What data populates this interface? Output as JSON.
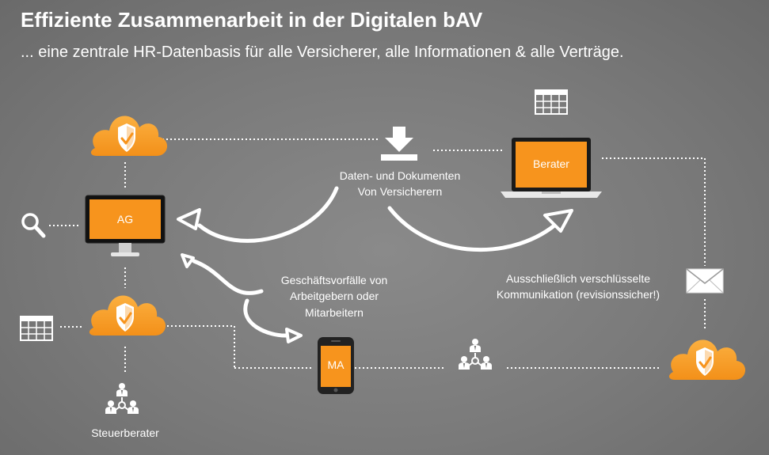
{
  "header": {
    "title": "Effiziente Zusammenarbeit in der Digitalen bAV",
    "subtitle": "... eine zentrale HR-Datenbasis für alle Versicherer, alle Informationen & alle Verträge."
  },
  "nodes": {
    "ag": "AG",
    "berater": "Berater",
    "ma": "MA",
    "steuerberater": "Steuerberater"
  },
  "labels": {
    "daten_line1": "Daten- und Dokumenten",
    "daten_line2": "Von Versicherern",
    "geschaeft_line1": "Geschäftsvorfälle von",
    "geschaeft_line2": "Arbeitgebern oder",
    "geschaeft_line3": "Mitarbeitern",
    "komm_line1": "Ausschließlich verschlüsselte",
    "komm_line2": "Kommunikation (revisionssicher!)"
  },
  "icons": {
    "cloud": "secure-cloud-icon",
    "download": "download-icon",
    "table": "table-icon",
    "search": "search-icon",
    "mail": "envelope-icon",
    "people": "people-network-icon"
  },
  "colors": {
    "accent": "#f7941d",
    "background": "#7d7d7d",
    "line": "#ffffff"
  }
}
